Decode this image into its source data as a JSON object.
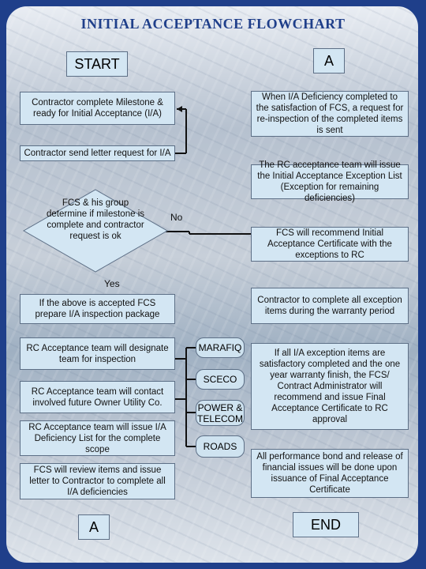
{
  "title": "INITIAL ACCEPTANCE FLOWCHART",
  "left": {
    "start": "START",
    "step1": "Contractor complete Milestone & ready for Initial Acceptance (I/A)",
    "step2": "Contractor send letter request for I/A",
    "decision": "FCS & his group determine if milestone is complete and contractor request is ok",
    "no_label": "No",
    "yes_label": "Yes",
    "step3": "If the above is accepted FCS prepare I/A inspection package",
    "step4": "RC Acceptance team will designate team for inspection",
    "step5": "RC Acceptance team will contact involved future Owner Utility Co.",
    "step6": "RC Acceptance team will issue I/A Deficiency List for the complete scope",
    "step7": "FCS will review items and issue letter to Contractor to complete all I/A deficiencies",
    "end_connector": "A"
  },
  "utilities": [
    "MARAFIQ",
    "SCECO",
    "POWER & TELECOM",
    "ROADS"
  ],
  "right": {
    "start_connector": "A",
    "r1": "When I/A Deficiency completed to the satisfaction of FCS, a request for re-inspection of the completed items is sent",
    "r2": "The RC acceptance team will issue the Initial Acceptance Exception List (Exception for remaining deficiencies)",
    "r3": "FCS will recommend Initial Acceptance Certificate with the exceptions to RC",
    "r4": "Contractor to complete all exception items during the warranty period",
    "r5": "If all I/A exception items are satisfactory completed and the one year warranty finish, the FCS/ Contract Administrator will recommend and issue Final Acceptance Certificate to RC approval",
    "r6": "All performance bond and release of financial issues will be done upon issuance of Final Acceptance Certificate",
    "end": "END"
  }
}
